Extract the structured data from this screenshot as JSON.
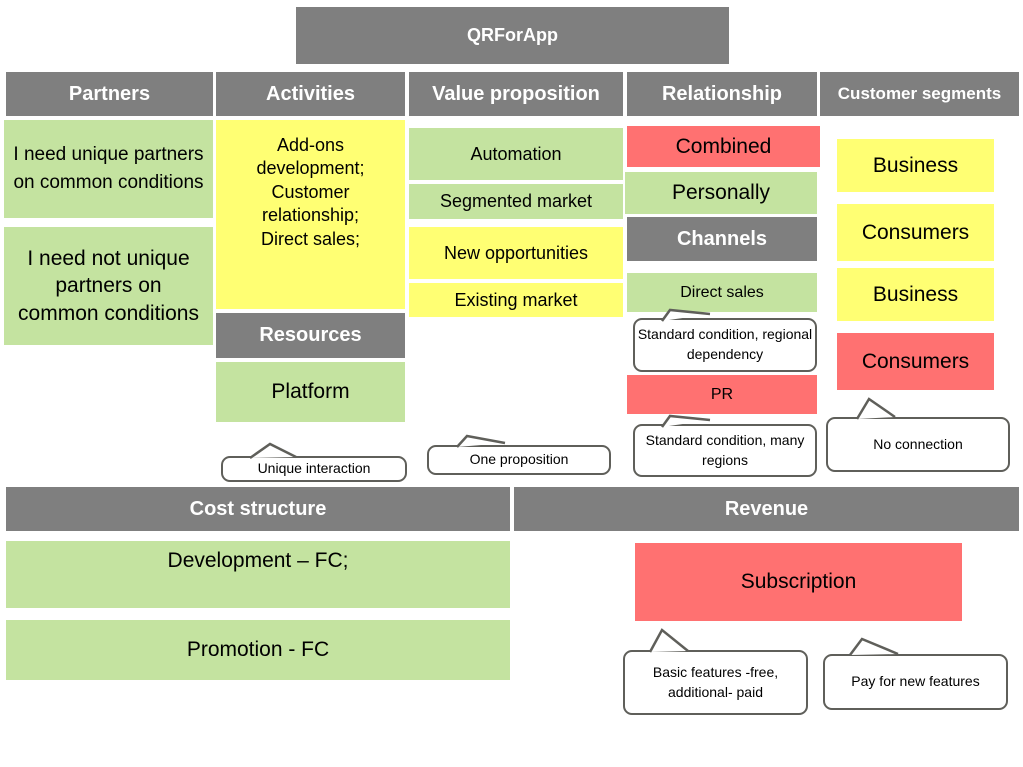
{
  "title": "QRForApp",
  "headers": {
    "partners": "Partners",
    "activities": "Activities",
    "value_proposition": "Value proposition",
    "relationship": "Relationship",
    "customer_segments": "Customer segments",
    "resources": "Resources",
    "channels": "Channels",
    "cost_structure": "Cost structure",
    "revenue": "Revenue"
  },
  "partners": [
    {
      "text": "I need unique partners on common conditions",
      "color": "green"
    },
    {
      "text": "I need not unique partners on common conditions",
      "color": "green"
    }
  ],
  "activities": {
    "text": "Add-ons development; Customer relationship; Direct sales;",
    "color": "yellow"
  },
  "resources": {
    "items": [
      {
        "text": "Platform",
        "color": "green"
      }
    ],
    "note": "Unique interaction"
  },
  "value_proposition": {
    "items": [
      {
        "text": "Automation",
        "color": "green"
      },
      {
        "text": "Segmented market",
        "color": "green"
      },
      {
        "text": "New opportunities",
        "color": "yellow"
      },
      {
        "text": "Existing market",
        "color": "yellow"
      }
    ],
    "note": "One proposition"
  },
  "relationship": {
    "items": [
      {
        "text": "Combined",
        "color": "red"
      },
      {
        "text": "Personally",
        "color": "green"
      }
    ]
  },
  "channels": {
    "items": [
      {
        "text": "Direct sales",
        "color": "green",
        "note": "Standard condition, regional dependency"
      },
      {
        "text": "PR",
        "color": "red",
        "note": "Standard condition, many regions"
      }
    ]
  },
  "customer_segments": {
    "items": [
      {
        "text": "Business",
        "color": "yellow"
      },
      {
        "text": "Consumers",
        "color": "yellow"
      },
      {
        "text": "Business",
        "color": "yellow"
      },
      {
        "text": "Consumers",
        "color": "red"
      }
    ],
    "note": "No connection"
  },
  "cost_structure": [
    {
      "text": "Development – FC;",
      "color": "green"
    },
    {
      "text": "Promotion - FC",
      "color": "green"
    }
  ],
  "revenue": {
    "items": [
      {
        "text": "Subscription",
        "color": "red"
      }
    ],
    "notes": [
      "Basic features -free, additional- paid",
      "Pay for new features"
    ]
  },
  "colors": {
    "header": "#7f7f7f",
    "green": "#c4e3a0",
    "yellow": "#ffff73",
    "red": "#ff7171"
  }
}
